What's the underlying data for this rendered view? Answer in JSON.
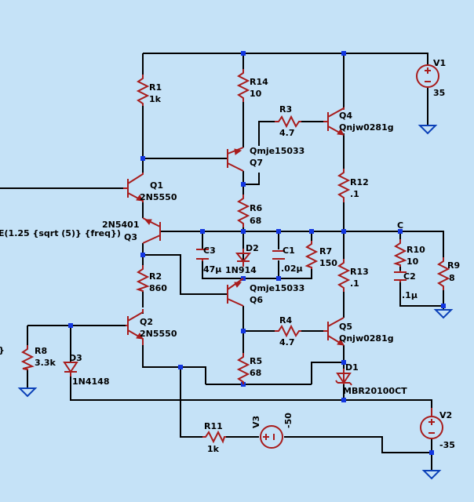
{
  "schematic": {
    "resistors": [
      {
        "ref": "R1",
        "value": "1k"
      },
      {
        "ref": "R14",
        "value": "10"
      },
      {
        "ref": "R3",
        "value": "4.7"
      },
      {
        "ref": "R12",
        "value": ".1"
      },
      {
        "ref": "R6",
        "value": "68"
      },
      {
        "ref": "R7",
        "value": "150"
      },
      {
        "ref": "R10",
        "value": "10"
      },
      {
        "ref": "R9",
        "value": "8"
      },
      {
        "ref": "R2",
        "value": "860"
      },
      {
        "ref": "R13",
        "value": ".1"
      },
      {
        "ref": "R4",
        "value": "4.7"
      },
      {
        "ref": "R5",
        "value": "68"
      },
      {
        "ref": "R8",
        "value": "3.3k"
      },
      {
        "ref": "R11",
        "value": "1k"
      }
    ],
    "capacitors": [
      {
        "ref": "C3",
        "value": "47µ"
      },
      {
        "ref": "C1",
        "value": ".02µ"
      },
      {
        "ref": "C2",
        "value": ".1µ"
      }
    ],
    "transistors": [
      {
        "ref": "Q1",
        "model": "2N5550"
      },
      {
        "ref": "Q2",
        "model": "2N5550"
      },
      {
        "ref": "Q3",
        "model": "2N5401"
      },
      {
        "ref": "Q4",
        "model": "Qnjw0281g"
      },
      {
        "ref": "Q5",
        "model": "Qnjw0281g"
      },
      {
        "ref": "Q6",
        "model": "Qmje15033"
      },
      {
        "ref": "Q7",
        "model": "Qmje15033"
      }
    ],
    "diodes": [
      {
        "ref": "D1",
        "model": "MBR20100CT"
      },
      {
        "ref": "D2",
        "model": "1N914"
      },
      {
        "ref": "D3",
        "model": "1N4148"
      }
    ],
    "sources": [
      {
        "ref": "V1",
        "value": "35"
      },
      {
        "ref": "V2",
        "value": "-35"
      },
      {
        "ref": "V3",
        "value": "-50"
      }
    ],
    "net_label": "C",
    "source_expression": "E(1.25 {sqrt (5)} {freq})",
    "partial_text": "}"
  },
  "colors": {
    "background": "#c5e2f7",
    "wire": "#000000",
    "component": "#a81c1c",
    "ground": "#0b40b8",
    "junction": "#1236e0"
  }
}
